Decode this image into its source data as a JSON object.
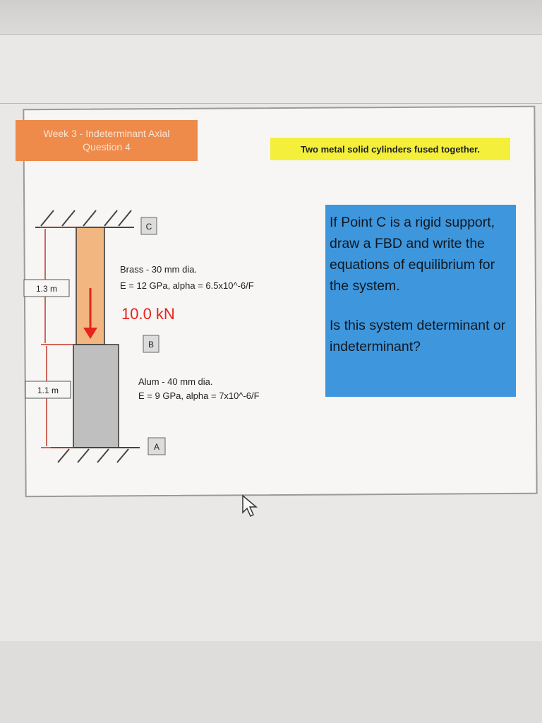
{
  "header": {
    "title_line1": "Week 3 - Indeterminant Axial",
    "title_line2": "Question 4",
    "note": "Two metal solid cylinders fused together."
  },
  "diagram": {
    "point_c": "C",
    "point_b": "B",
    "point_a": "A",
    "dim_upper": "1.3 m",
    "dim_lower": "1.1 m",
    "brass_line1": "Brass - 30 mm dia.",
    "brass_line2": "E = 12 GPa, alpha = 6.5x10^-6/F",
    "load": "10.0 kN",
    "alum_line1": "Alum - 40 mm dia.",
    "alum_line2": "E = 9 GPa, alpha = 7x10^-6/F"
  },
  "question": {
    "text1": "If Point C is a rigid support, draw a FBD and write the equations of equilibrium for the system.",
    "text2": "Is this system determinant or indeterminant?"
  },
  "colors": {
    "brass": "#f2b781",
    "aluminum": "#bfbfbf",
    "load_arrow": "#e8231c",
    "dim_line": "#c0392b"
  }
}
